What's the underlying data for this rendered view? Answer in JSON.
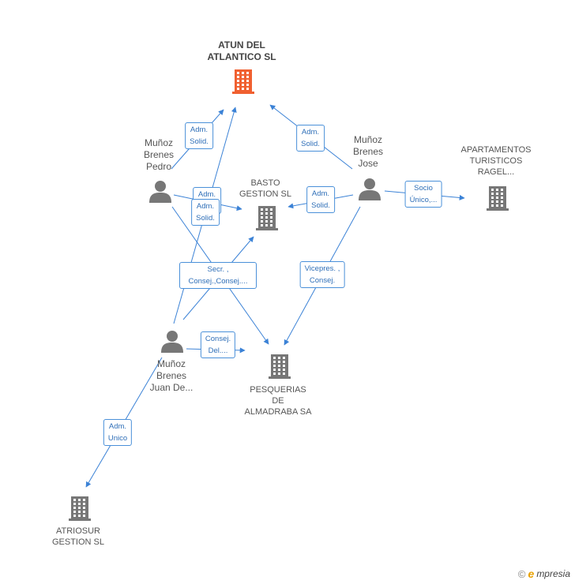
{
  "colors": {
    "edge": "#3b82d6",
    "building": "#777777",
    "main_building": "#f06030",
    "person": "#777777"
  },
  "nodes": {
    "atun": {
      "label": "ATUN DEL\nATLANTICO SL",
      "type": "company-main"
    },
    "basto": {
      "label": "BASTO\nGESTION SL",
      "type": "company"
    },
    "apartamentos": {
      "label": "APARTAMENTOS\nTURISTICOS\nRAGEL...",
      "type": "company"
    },
    "pesquerias": {
      "label": "PESQUERIAS\nDE\nALMADRABA SA",
      "type": "company"
    },
    "atriosur": {
      "label": "ATRIOSUR\nGESTION SL",
      "type": "company"
    },
    "pedro": {
      "label": "Muñoz\nBrenes\nPedro",
      "type": "person"
    },
    "jose": {
      "label": "Muñoz\nBrenes\nJose",
      "type": "person"
    },
    "juan": {
      "label": "Muñoz\nBrenes\nJuan De...",
      "type": "person"
    }
  },
  "edge_labels": {
    "pedro_atun": "Adm.\nSolid.",
    "jose_atun": "Adm.\nSolid.",
    "pedro_basto": "Adm.\nSolid.",
    "juan_atun": "Adm.\nSolid.",
    "jose_basto": "Adm.\nSolid.",
    "jose_apart": "Socio\nÚnico,...",
    "juan_basto": "Secr. ,\nConsej.,Consej....",
    "jose_pesq": "Vicepres. ,\nConsej.",
    "juan_pesq": "Consej.\nDel....",
    "juan_atriosur": "Adm.\nUnico"
  },
  "footer": {
    "copyright": "©",
    "brand_initial": "e",
    "brand_rest": "mpresia"
  }
}
